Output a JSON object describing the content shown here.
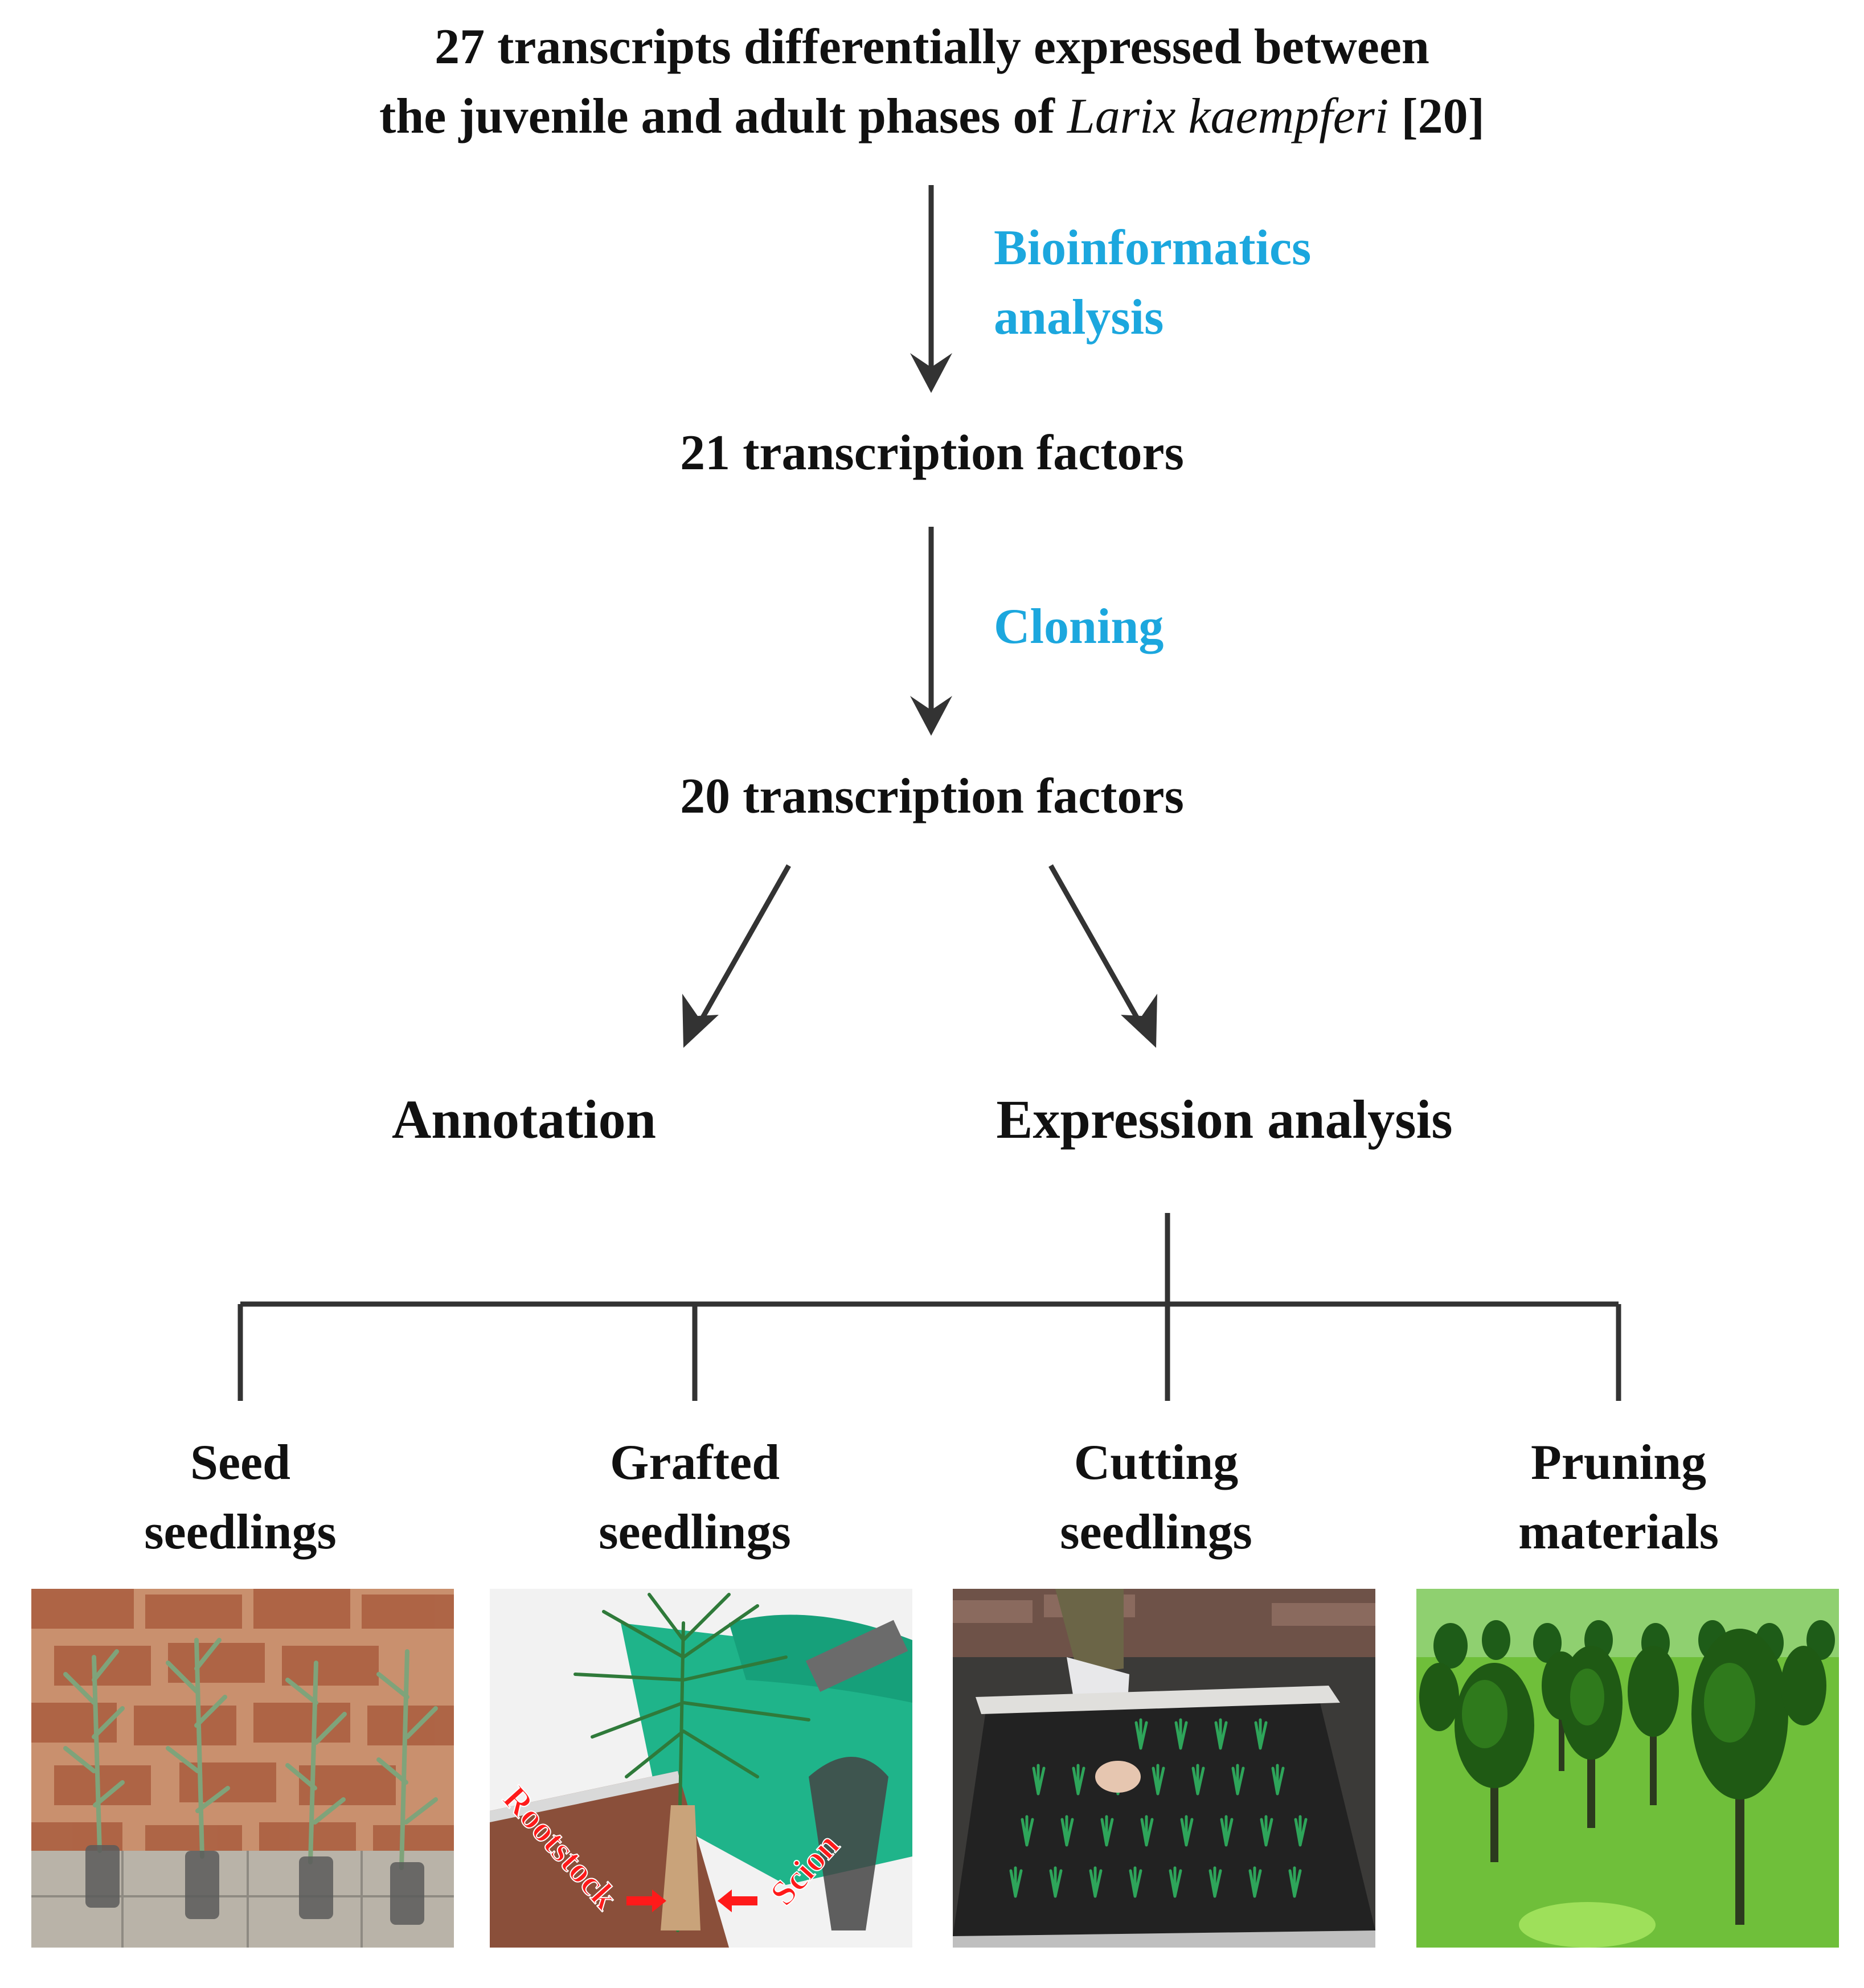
{
  "header": {
    "line1": "27 transcripts differentially expressed between",
    "line2_pre": "the juvenile and adult phases of ",
    "line2_italic": "Larix kaempferi",
    "line2_post": " [20]"
  },
  "steps": {
    "bioinformatics": [
      "Bioinformatics",
      "analysis"
    ],
    "tf21": "21 transcription factors",
    "cloning": "Cloning",
    "tf20": "20 transcription factors",
    "annotation": "Annotation",
    "expression": "Expression analysis"
  },
  "materials": [
    {
      "line1": "Seed",
      "line2": "seedlings"
    },
    {
      "line1": "Grafted",
      "line2": "seedlings"
    },
    {
      "line1": "Cutting",
      "line2": "seedlings"
    },
    {
      "line1": "Pruning",
      "line2": "materials"
    }
  ],
  "photo_labels": {
    "rootstock": "Rootstock",
    "scion": "Scion"
  },
  "colors": {
    "text": "#111111",
    "process_label": "#1ca7de",
    "arrow": "#333333",
    "annotation_red": "#ff1a1a"
  }
}
